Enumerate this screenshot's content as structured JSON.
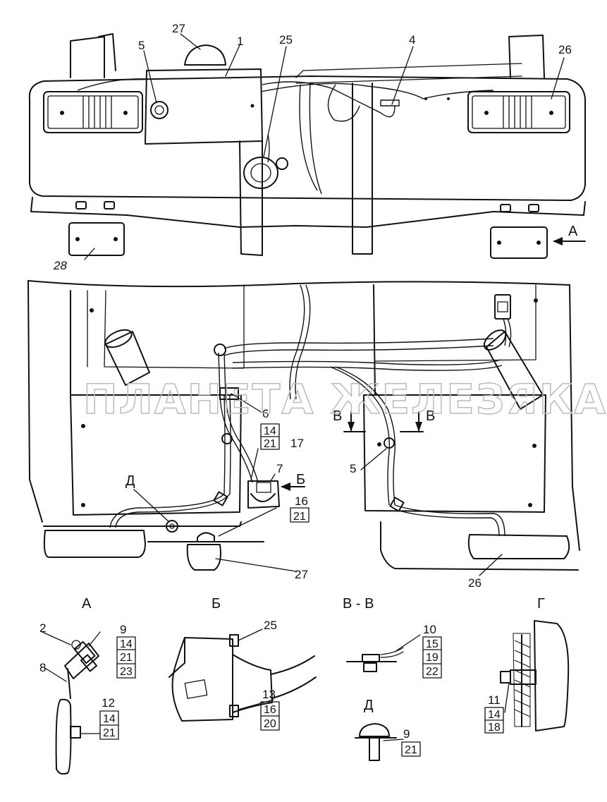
{
  "watermark": "ПЛАНЕТА ЖЕЛЕЗЯКА",
  "top": {
    "labels": {
      "l1": "1",
      "l4": "4",
      "l5": "5",
      "l25": "25",
      "l26": "26",
      "l27": "27",
      "l28": "28",
      "viewA": "А"
    }
  },
  "mid": {
    "labels": {
      "l6": "6",
      "l14": "14",
      "l21": "21",
      "l17": "17",
      "l7": "7",
      "viewB": "Б",
      "viewD": "Д",
      "l16": "16",
      "l21b": "21",
      "l27": "27",
      "l5": "5",
      "l26": "26",
      "secV1": "В",
      "secV2": "В"
    }
  },
  "details": {
    "A": {
      "title": "А",
      "l2": "2",
      "l8": "8",
      "l9": "9",
      "s9": [
        "14",
        "21",
        "23"
      ],
      "l12": "12",
      "s12": [
        "14",
        "21"
      ]
    },
    "B": {
      "title": "Б",
      "l25": "25",
      "l13": "13",
      "s13": [
        "16",
        "20"
      ]
    },
    "VV": {
      "title": "В - В",
      "l10": "10",
      "s10": [
        "15",
        "19",
        "22"
      ]
    },
    "D": {
      "title": "Д",
      "l9": "9",
      "s9": [
        "21"
      ]
    },
    "G": {
      "title": "Г",
      "l11": "11",
      "s11": [
        "14",
        "18"
      ]
    }
  }
}
